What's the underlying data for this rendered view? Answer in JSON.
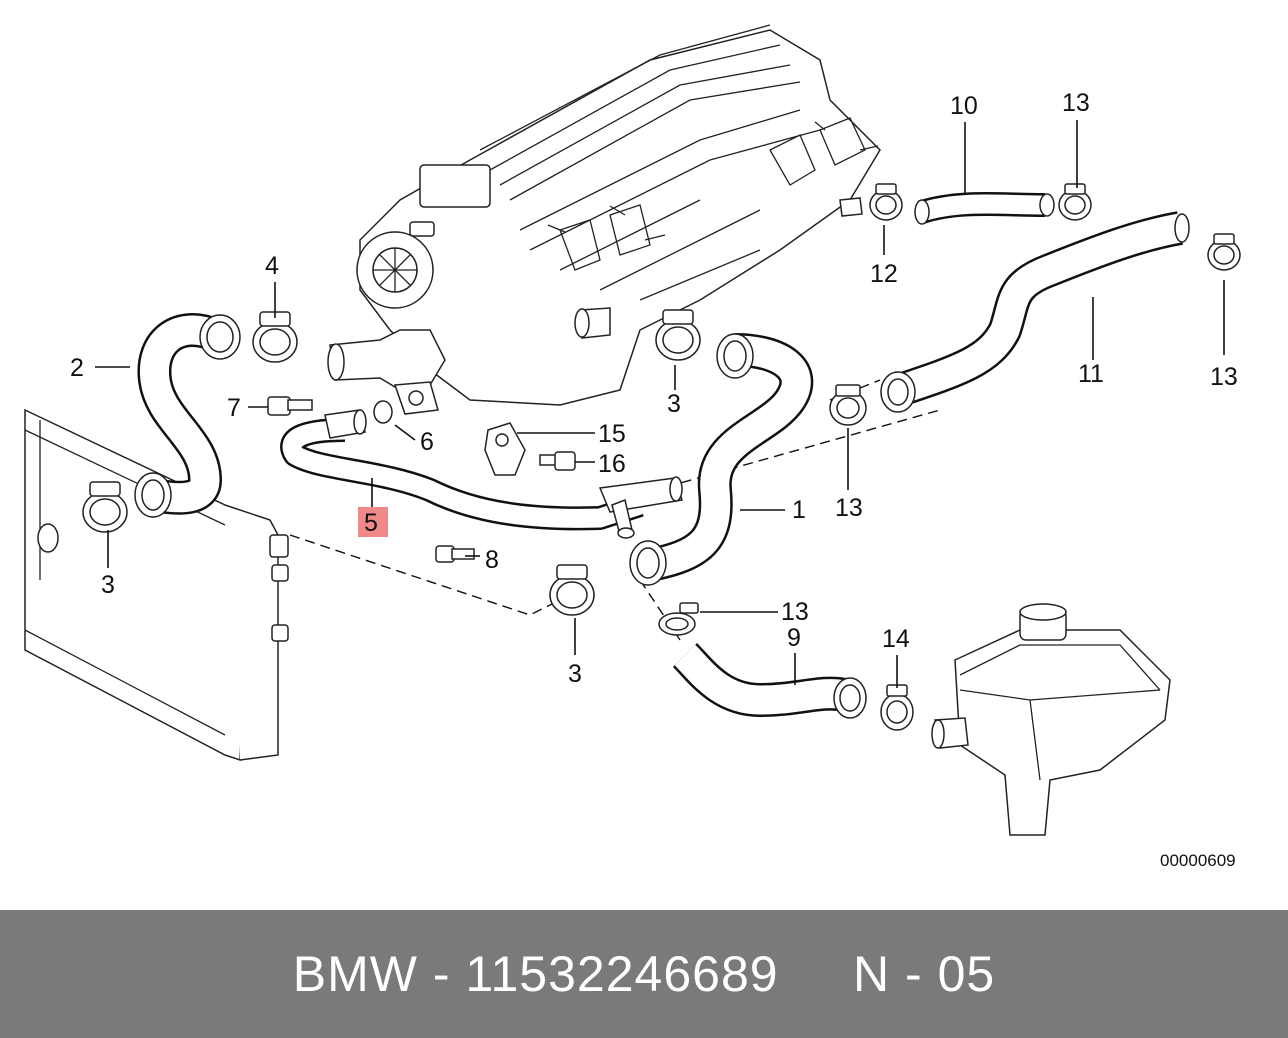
{
  "diagram": {
    "part_labels": {
      "l1": "1",
      "l2": "2",
      "l3a": "3",
      "l3b": "3",
      "l3c": "3",
      "l4": "4",
      "l5": "5",
      "l6": "6",
      "l7": "7",
      "l8": "8",
      "l9": "9",
      "l10": "10",
      "l11": "11",
      "l12": "12",
      "l13a": "13",
      "l13b": "13",
      "l13c": "13",
      "l13d": "13",
      "l14": "14",
      "l15": "15",
      "l16": "16"
    },
    "highlight_color": "#f08a8a",
    "diagram_code": "00000609"
  },
  "footer": {
    "text": "BMW - 11532246689     N - 05",
    "background": "#7a7a7a"
  }
}
